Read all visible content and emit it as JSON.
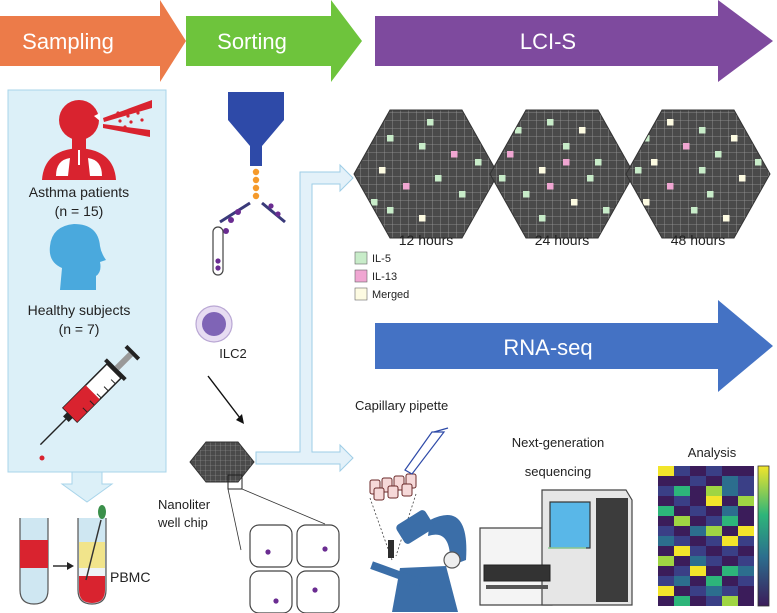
{
  "stages": {
    "sampling": "Sampling",
    "sorting": "Sorting",
    "lcis": "LCI-S",
    "rnaseq": "RNA-seq"
  },
  "sampling": {
    "asthma": "Asthma patients",
    "asthma_n": "(n = 15)",
    "healthy": "Healthy subjects",
    "healthy_n": "(n = 7)",
    "pbmc": "PBMC"
  },
  "sorting": {
    "cell": "ILC2",
    "chip_line1": "Nanoliter",
    "chip_line2": "well chip"
  },
  "lcis": {
    "times": [
      "12 hours",
      "24 hours",
      "48 hours"
    ],
    "legend": [
      {
        "label": "IL-5",
        "color": "#c8ecc9"
      },
      {
        "label": "IL-13",
        "color": "#f0a6d2"
      },
      {
        "label": "Merged",
        "color": "#fdfbe2"
      }
    ]
  },
  "rnaseq": {
    "pipette": "Capillary pipette",
    "ngs_line1": "Next-generation",
    "ngs_line2": "sequencing",
    "analysis": "Analysis"
  },
  "colors": {
    "sampling": "#ec7b49",
    "sorting": "#6ec43c",
    "lcis": "#7e4a9e",
    "rnaseq": "#4472c4",
    "panel": "#dcf0f8",
    "red": "#d9232f"
  }
}
